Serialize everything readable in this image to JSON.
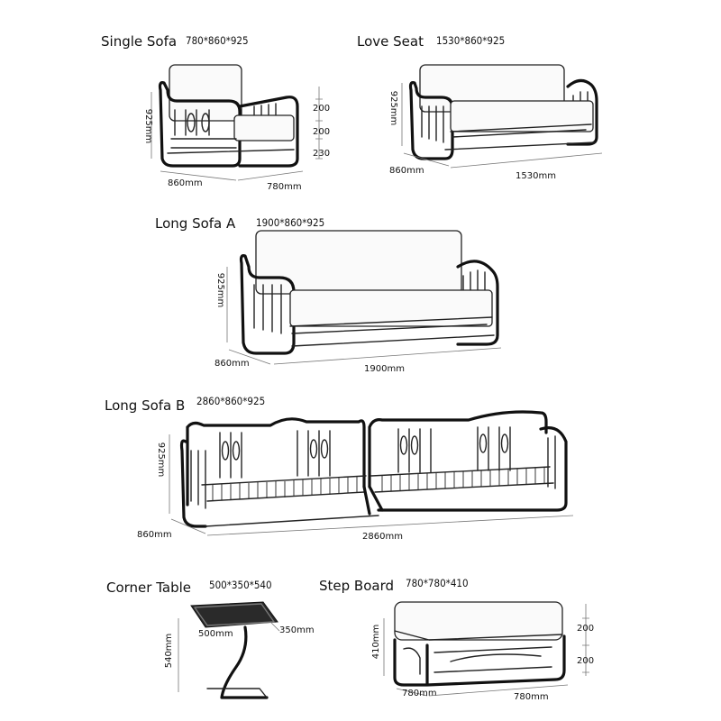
{
  "products": {
    "single_sofa": {
      "title": "Single Sofa",
      "spec": "780*860*925",
      "height": "925mm",
      "depth": "860mm",
      "width": "780mm",
      "parts": [
        "200",
        "200",
        "230"
      ]
    },
    "love_seat": {
      "title": "Love Seat",
      "spec": "1530*860*925",
      "height": "925mm",
      "depth": "860mm",
      "width": "1530mm"
    },
    "long_sofa_a": {
      "title": "Long Sofa A",
      "spec": "1900*860*925",
      "height": "925mm",
      "depth": "860mm",
      "width": "1900mm"
    },
    "long_sofa_b": {
      "title": "Long Sofa B",
      "spec": "2860*860*925",
      "height": "925mm",
      "depth": "860mm",
      "width": "2860mm"
    },
    "corner_table": {
      "title": "Corner Table",
      "spec": "500*350*540",
      "height": "540mm",
      "length": "500mm",
      "depth": "350mm"
    },
    "step_board": {
      "title": "Step Board",
      "spec": "780*780*410",
      "height": "410mm",
      "depth": "780mm",
      "width": "780mm",
      "parts": [
        "200",
        "200"
      ]
    }
  },
  "colors": {
    "line": "#222222",
    "dimension_line": "#777777",
    "background": "#ffffff"
  }
}
